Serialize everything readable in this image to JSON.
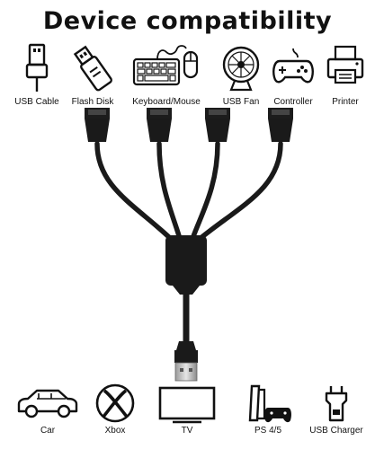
{
  "title": "Device compatibility",
  "top_devices": [
    {
      "label": "USB Cable",
      "icon": "usb-cable-icon"
    },
    {
      "label": "Flash Disk",
      "icon": "flash-disk-icon"
    },
    {
      "label": "Keyboard/Mouse",
      "icon": "keyboard-mouse-icon"
    },
    {
      "label": "USB Fan",
      "icon": "usb-fan-icon"
    },
    {
      "label": "Controller",
      "icon": "controller-icon"
    },
    {
      "label": "Printer",
      "icon": "printer-icon"
    }
  ],
  "bottom_devices": [
    {
      "label": "Car",
      "icon": "car-icon"
    },
    {
      "label": "Xbox",
      "icon": "xbox-icon"
    },
    {
      "label": "TV",
      "icon": "tv-icon"
    },
    {
      "label": "PS 4/5",
      "icon": "playstation-icon"
    },
    {
      "label": "USB Charger",
      "icon": "usb-charger-icon"
    }
  ],
  "colors": {
    "ink": "#111111",
    "cable": "#1a1a1a",
    "metal": "#c8c8c8"
  }
}
